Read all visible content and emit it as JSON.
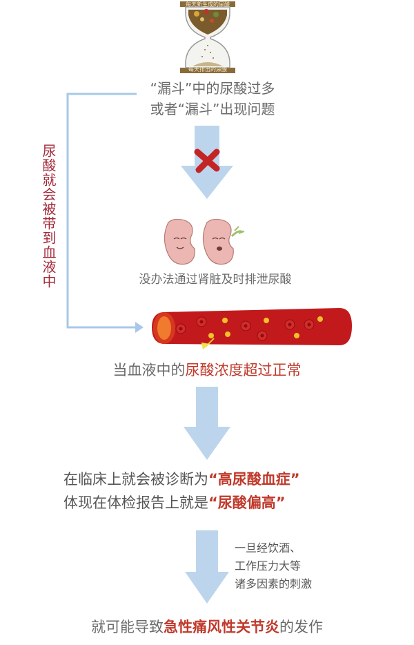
{
  "hourglass": {
    "top_label": "每天新生成的尿酸",
    "bottom_label": "每天排出的尿酸"
  },
  "intro": {
    "line1": "“漏斗”中的尿酸过多",
    "line2": "或者“漏斗”出现问题"
  },
  "kidney_caption": "没办法通过肾脏及时排泄尿酸",
  "side_label": "尿酸就会被带到血液中",
  "blood_caption": {
    "prefix": "当血液中的",
    "highlight": "尿酸浓度超过正常"
  },
  "diagnosis": {
    "line1_prefix": "在临床上就会被诊断为",
    "line1_highlight": "“高尿酸血症”",
    "line2_prefix": "体现在体检报告上就是",
    "line2_highlight": "“尿酸偏高”"
  },
  "triggers": {
    "line1": "一旦经饮酒、",
    "line2": "工作压力大等",
    "line3": "诸多因素的刺激"
  },
  "conclusion": {
    "prefix": "就可能导致",
    "highlight": "急性痛风性关节炎",
    "suffix": "的发作"
  },
  "colors": {
    "arrow": "#bcd5ec",
    "vessel": "#c0191b",
    "highlight_text": "#c0392b",
    "side_text": "#a32a3a",
    "connector": "#a7c8e8"
  }
}
